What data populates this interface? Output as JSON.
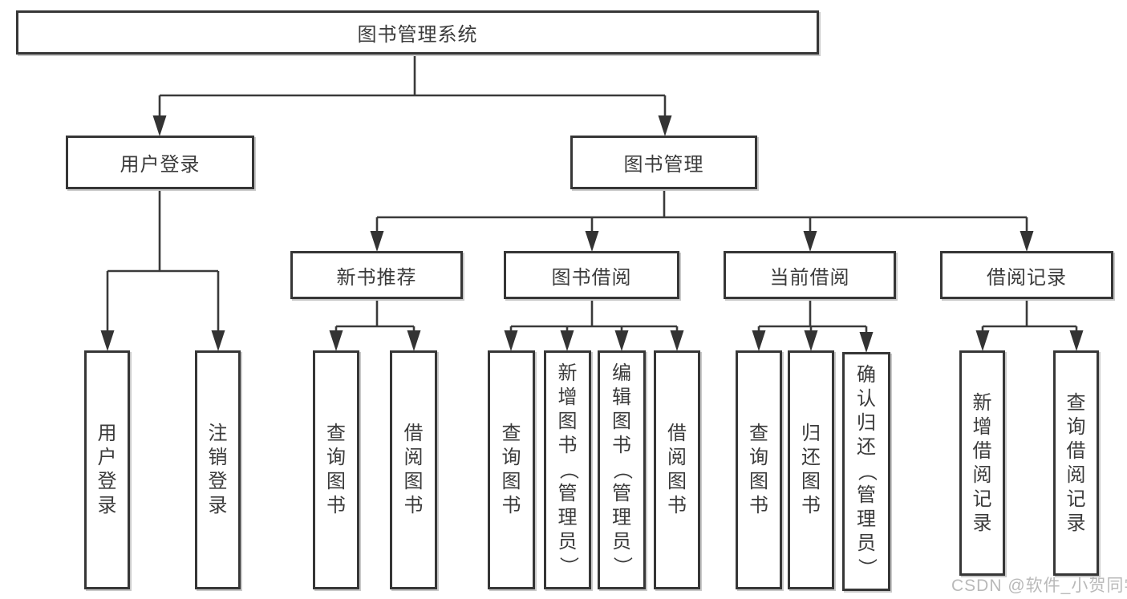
{
  "colors": {
    "line": "#3a3a3a",
    "box_border": "#363636",
    "text": "#3b3b3b",
    "watermark": "#b9b9b9",
    "background": "#ffffff"
  },
  "watermark": "CSDN @软件_小贺同学",
  "diagram": {
    "type": "tree",
    "root": {
      "label": "图书管理系统"
    },
    "children": [
      {
        "label": "用户登录",
        "children": [
          {
            "label": "用户登录"
          },
          {
            "label": "注销登录"
          }
        ]
      },
      {
        "label": "图书管理",
        "children": [
          {
            "label": "新书推荐",
            "children": [
              {
                "label": "查询图书"
              },
              {
                "label": "借阅图书"
              }
            ]
          },
          {
            "label": "图书借阅",
            "children": [
              {
                "label": "查询图书"
              },
              {
                "label": "新增图书（管理员）"
              },
              {
                "label": "编辑图书（管理员）"
              },
              {
                "label": "借阅图书"
              }
            ]
          },
          {
            "label": "当前借阅",
            "children": [
              {
                "label": "查询图书"
              },
              {
                "label": "归还图书"
              },
              {
                "label": "确认归还（管理员）"
              }
            ]
          },
          {
            "label": "借阅记录",
            "children": [
              {
                "label": "新增借阅记录"
              },
              {
                "label": "查询借阅记录"
              }
            ]
          }
        ]
      }
    ]
  }
}
